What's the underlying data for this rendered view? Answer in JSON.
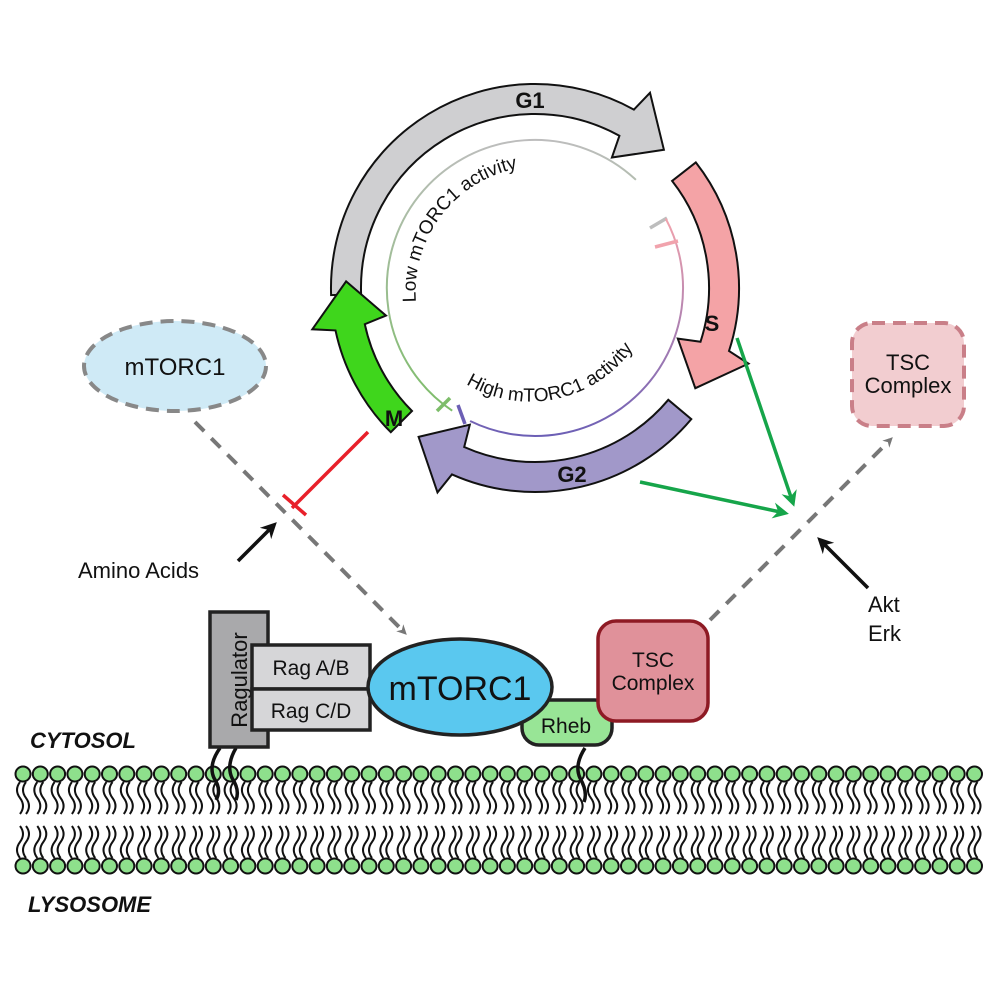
{
  "cell_cycle": {
    "phases": [
      {
        "id": "g1",
        "label": "G1",
        "color": "#cfcfd1"
      },
      {
        "id": "s",
        "label": "S",
        "color": "#f4a3a6"
      },
      {
        "id": "g2",
        "label": "G2",
        "color": "#a198c9"
      },
      {
        "id": "m",
        "label": "M",
        "color": "#3fd61c"
      }
    ],
    "low_activity_label": "Low mTORC1 activity",
    "high_activity_label": "High mTORC1 activity",
    "low_line_colors": [
      "#bdbdbd",
      "#7dbd6a"
    ],
    "high_line_colors": [
      "#f1a3ad",
      "#6c5fb5"
    ]
  },
  "floating": {
    "mtorc1_label": "mTORC1",
    "mtorc1_fill": "#cfeaf6",
    "tsc_line1": "TSC",
    "tsc_line2": "Complex",
    "tsc_fill": "#f2cdd0",
    "tsc_stroke": "#c97f88"
  },
  "inputs": {
    "amino_acids": "Amino Acids",
    "akt": "Akt",
    "erk": "Erk"
  },
  "membrane_complex": {
    "ragulator": "Ragulator",
    "rag_ab": "Rag A/B",
    "rag_cd": "Rag C/D",
    "mtorc1": "mTORC1",
    "rheb": "Rheb",
    "tsc_line1": "TSC",
    "tsc_line2": "Complex",
    "colors": {
      "ragulator": "#a9a9ab",
      "rag": "#d6d6d8",
      "mtorc1": "#5ac8ef",
      "rheb": "#98e596",
      "tsc": "#e0919a",
      "tsc_stroke": "#8e1a24"
    }
  },
  "compartments": {
    "cytosol": "CYTOSOL",
    "lysosome": "LYSOSOME"
  },
  "arrow_colors": {
    "inhibit": "#e8202a",
    "activate": "#16a54a",
    "dashed": "#777777",
    "input": "#111111"
  },
  "membrane": {
    "head_color": "#8ee08c"
  }
}
